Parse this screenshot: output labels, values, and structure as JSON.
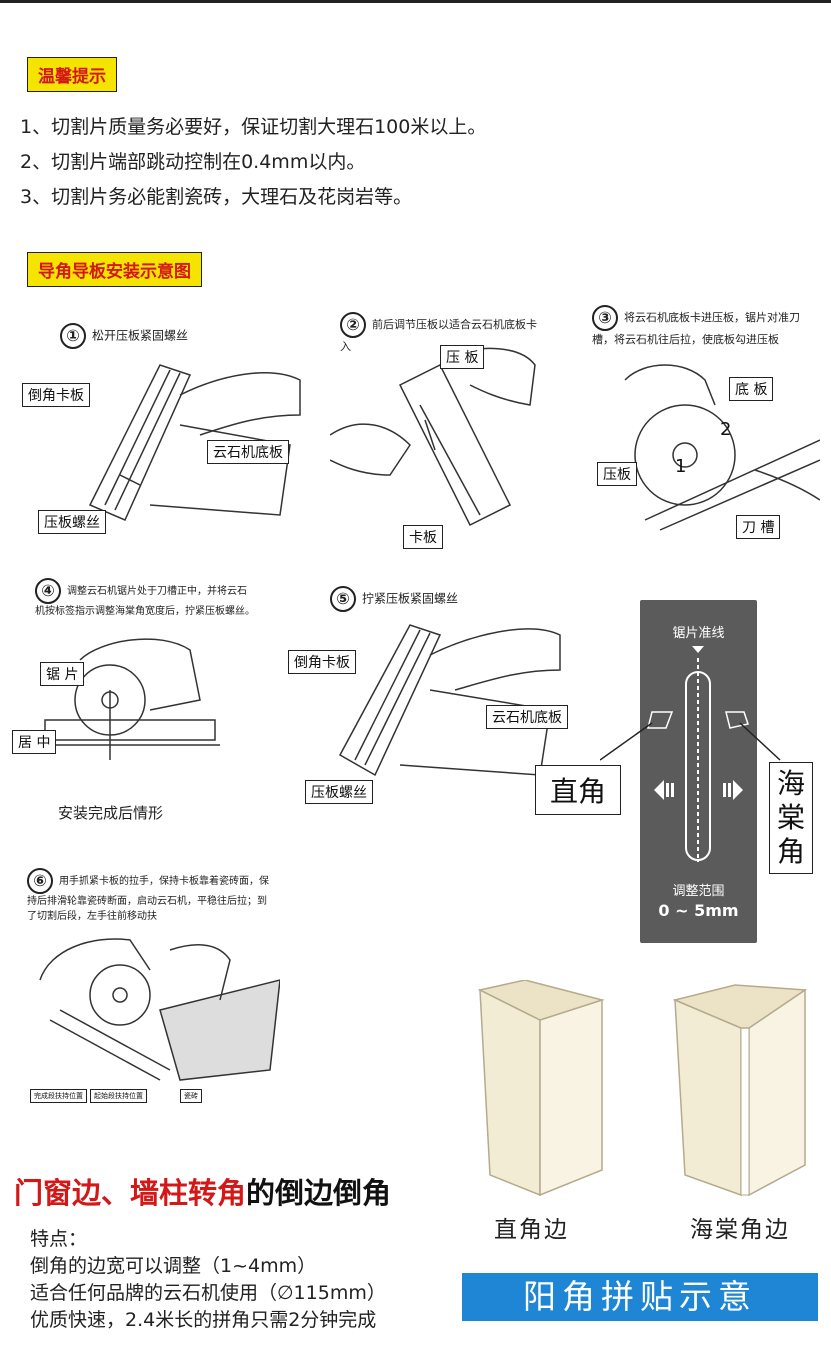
{
  "tip": {
    "label": "温馨提示"
  },
  "notes": [
    "1、切割片质量务必要好，保证切割大理石100米以上。",
    "2、切割片端部跳动控制在0.4mm以内。",
    "3、切割片务必能割瓷砖，大理石及花岗岩等。"
  ],
  "install": {
    "label": "导角导板安装示意图"
  },
  "steps": [
    {
      "num": "①",
      "text": "松开压板紧固螺丝"
    },
    {
      "num": "②",
      "text": "前后调节压板以适合云石机底板卡入"
    },
    {
      "num": "③",
      "text": "将云石机底板卡进压板，锯片对准刀槽，将云石机往后拉，使底板勾进压板"
    },
    {
      "num": "④",
      "text": "调整云石机锯片处于刀槽正中，并将云石机按标签指示调整海棠角宽度后，拧紧压板螺丝。"
    },
    {
      "num": "⑤",
      "text": "拧紧压板紧固螺丝"
    },
    {
      "num": "⑥",
      "text": "用手抓紧卡板的拉手，保持卡板靠着瓷砖面，保持后排滑轮靠瓷砖断面，启动云石机，平稳往后拉；到了切割后段，左手往前移动扶"
    }
  ],
  "labels": {
    "s1": [
      "倒角卡板",
      "云石机底板",
      "压板螺丝"
    ],
    "s2": [
      "压 板",
      "卡板"
    ],
    "s3": [
      "底 板",
      "压板",
      "刀 槽"
    ],
    "s4": [
      "锯 片",
      "居 中"
    ],
    "s4_caption": "安装完成后情形",
    "s5": [
      "倒角卡板",
      "云石机底板",
      "压板螺丝"
    ],
    "s6": [
      "完成段扶持位置",
      "起始段扶持位置",
      "瓷砖"
    ]
  },
  "panel": {
    "top": "锯片准线",
    "range_label": "调整范围",
    "range": "0 ~ 5mm"
  },
  "angles": {
    "right": "直角",
    "haitang": "海棠角"
  },
  "corners": {
    "right": "直角边",
    "haitang": "海棠角边"
  },
  "headline": {
    "part1": "门窗边、",
    "part2": "墙柱转角",
    "part3": "的倒边倒角"
  },
  "features": {
    "title": "特点：",
    "items": [
      "倒角的边宽可以调整（1~4mm）",
      "适合任何品牌的云石机使用（∅115mm）",
      "优质快速，2.4米长的拼角只需2分钟完成"
    ]
  },
  "banner": {
    "text": "阳角拼贴示意"
  },
  "colors": {
    "tag_bg": "#f5e400",
    "red": "#d41818",
    "panel": "#5b5b5b",
    "banner": "#1e86d4"
  }
}
